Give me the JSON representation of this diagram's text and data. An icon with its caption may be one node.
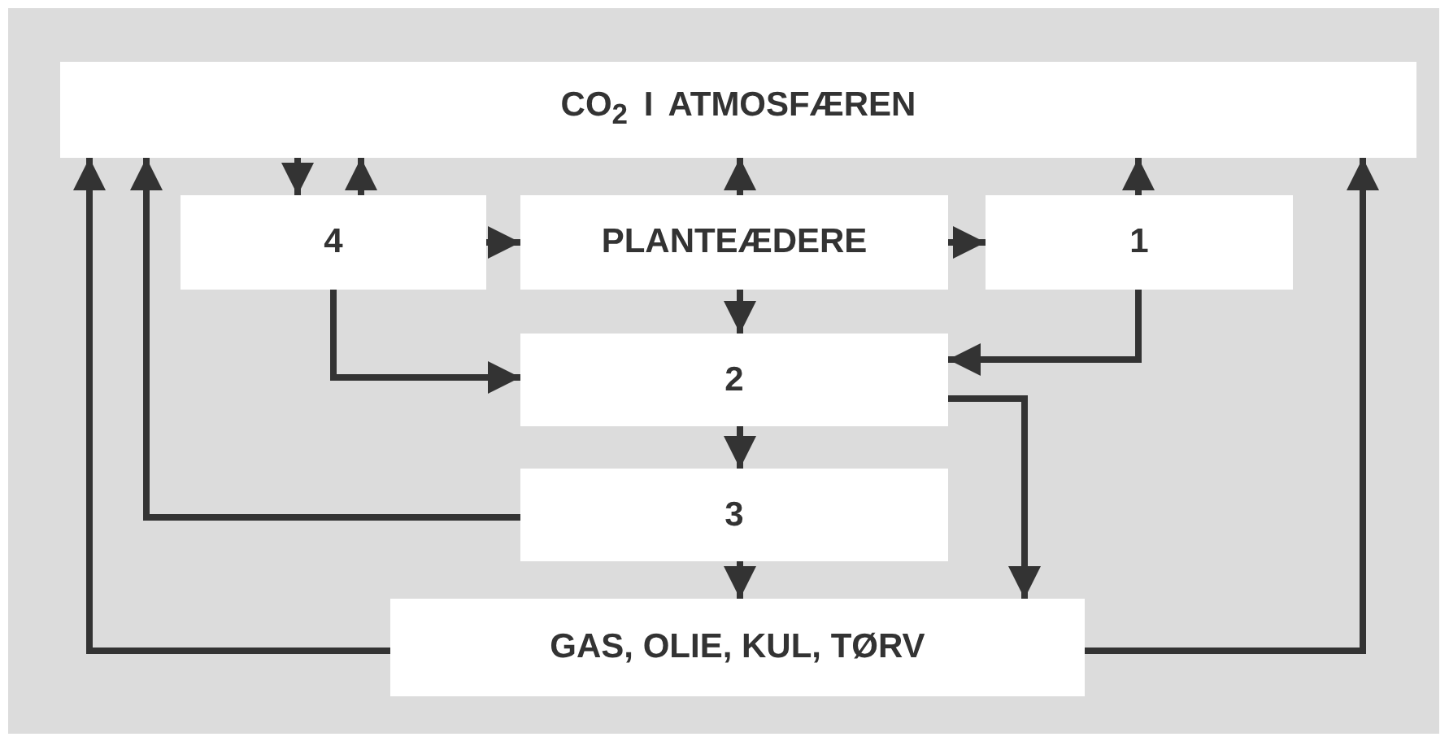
{
  "diagram": {
    "nodes": [
      {
        "text": [
          "CO$_{2}$ I ATMOSFÆREN"
        ]
      },
      {
        "text": [
          "4"
        ]
      },
      {
        "text": [
          "PLANTEÆDERE"
        ]
      },
      {
        "text": [
          "1"
        ]
      },
      {
        "text": [
          "2"
        ]
      },
      {
        "text": [
          "3"
        ]
      },
      {
        "text": [
          "GAS, OLIE, KUL, TØRV"
        ]
      }
    ],
    "edges": [
      {
        "from": 0,
        "to": 1,
        "arrow": "to"
      },
      {
        "from": 1,
        "to": 0,
        "arrow": "to"
      },
      {
        "from": 1,
        "to": 2,
        "arrow": "to"
      },
      {
        "from": 2,
        "to": 0,
        "arrow": "to"
      },
      {
        "from": 2,
        "to": 3,
        "arrow": "to"
      },
      {
        "from": 3,
        "to": 0,
        "arrow": "to"
      },
      {
        "from": 2,
        "to": 4,
        "arrow": "to"
      },
      {
        "from": 1,
        "to": 4,
        "arrow": "to"
      },
      {
        "from": 3,
        "to": 4,
        "arrow": "to"
      },
      {
        "from": 4,
        "to": 6,
        "arrow": "to"
      },
      {
        "from": 4,
        "to": 5,
        "arrow": "to"
      },
      {
        "from": 5,
        "to": 0,
        "arrow": "to"
      },
      {
        "from": 5,
        "to": 6,
        "arrow": "to"
      },
      {
        "from": 6,
        "to": 0,
        "arrow": "to"
      },
      {
        "from": 6,
        "to": 0,
        "arrow": "to"
      }
    ]
  }
}
